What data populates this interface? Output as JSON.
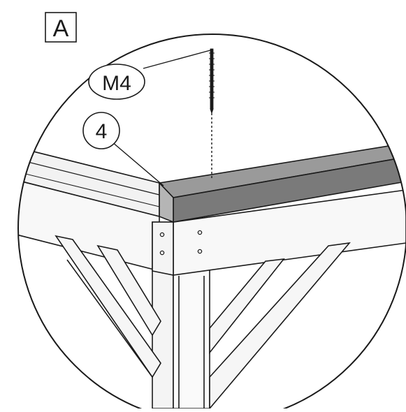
{
  "figure": {
    "view_label": "A",
    "screw_callout": "M4",
    "part_callout": "4"
  },
  "colors": {
    "line": "#1a1a1a",
    "wood_light": "#f4f4f4",
    "wood_shade": "#e0e0e0",
    "trim_top": "#9a9a9a",
    "trim_front": "#7a7a7a",
    "background": "#ffffff"
  }
}
